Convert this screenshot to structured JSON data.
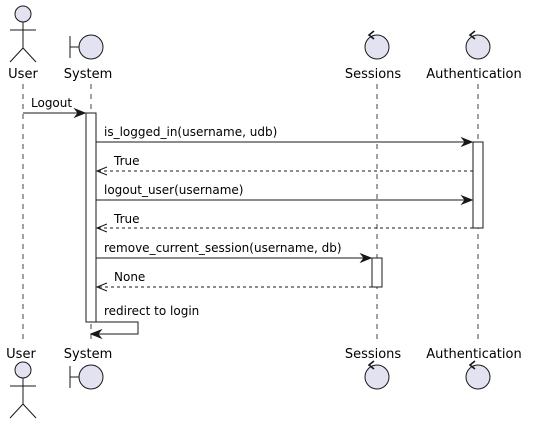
{
  "participants": {
    "user": "User",
    "system": "System",
    "sessions": "Sessions",
    "authentication": "Authentication"
  },
  "messages": [
    {
      "text": "Logout",
      "kind": "sync"
    },
    {
      "text": "is_logged_in(username, udb)",
      "kind": "sync"
    },
    {
      "text": "True",
      "kind": "return"
    },
    {
      "text": "logout_user(username)",
      "kind": "sync"
    },
    {
      "text": "True",
      "kind": "return"
    },
    {
      "text": "remove_current_session(username, db)",
      "kind": "sync"
    },
    {
      "text": "None",
      "kind": "return"
    },
    {
      "text": "redirect to login",
      "kind": "self"
    }
  ],
  "colors": {
    "participant_fill": "#e2e2f0",
    "line": "#181818"
  }
}
